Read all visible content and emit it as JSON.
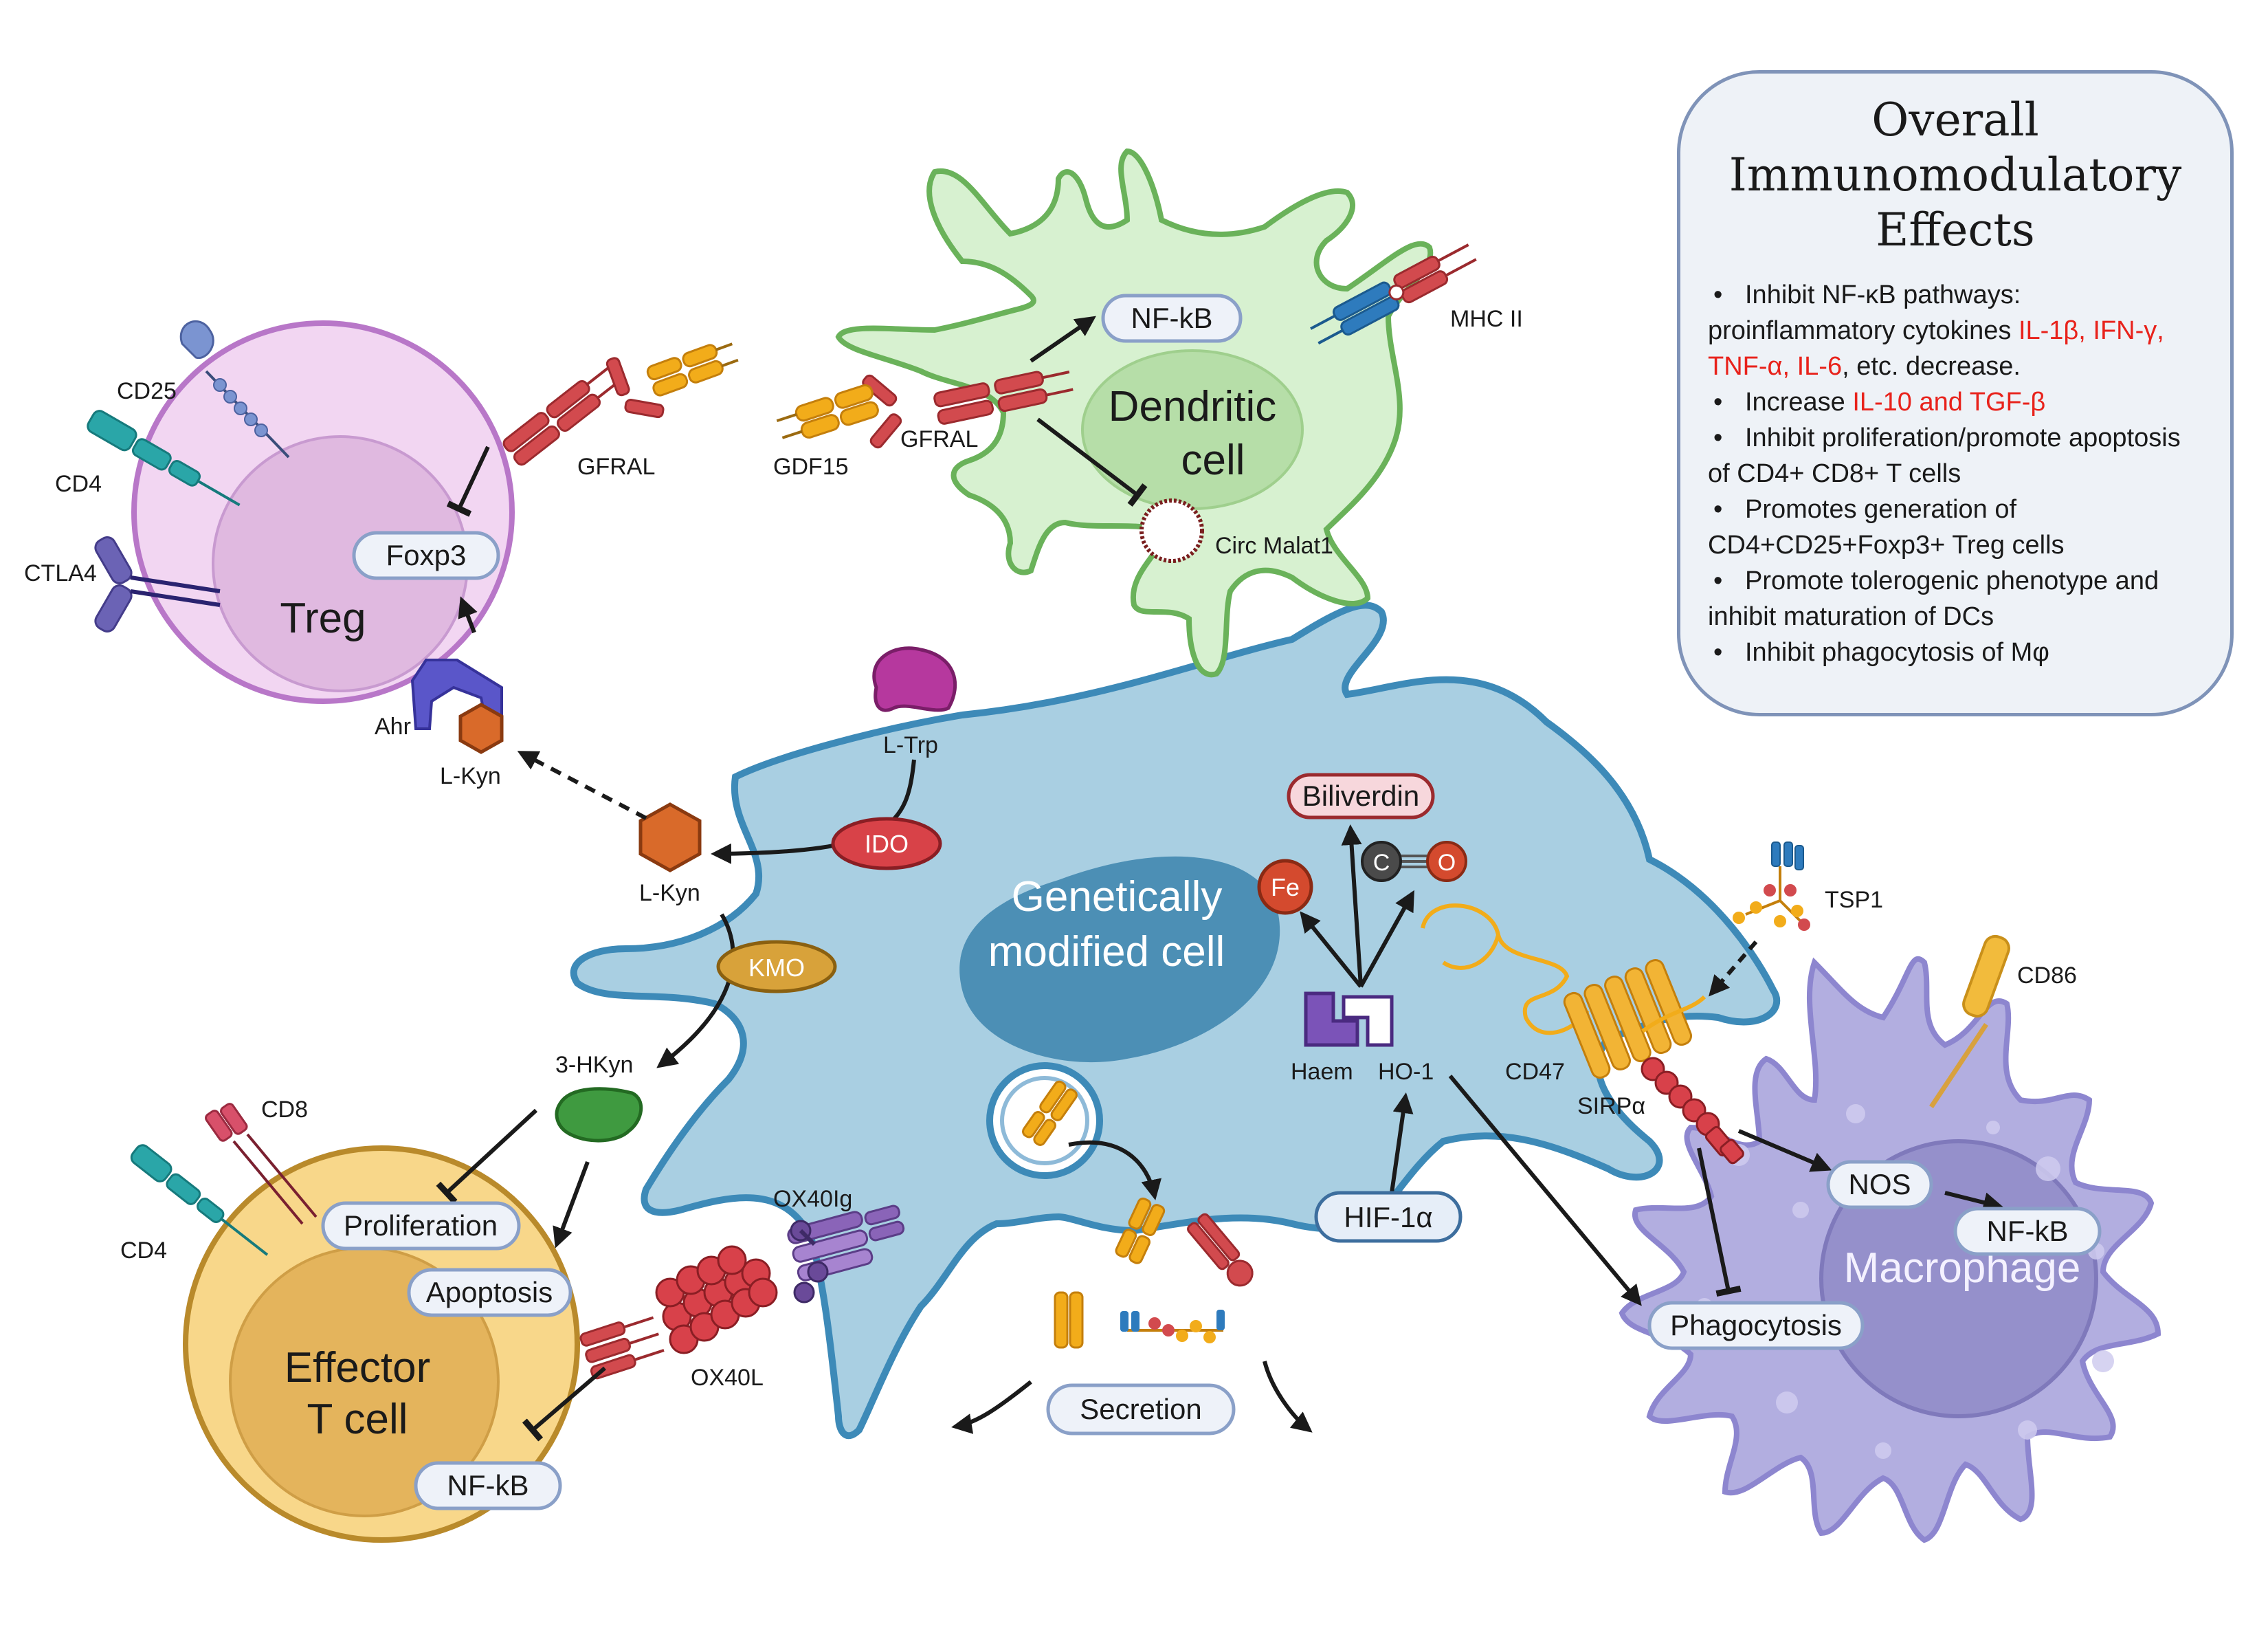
{
  "summary": {
    "title_line1": "Overall",
    "title_line2": "Immunomodulatory",
    "title_line3": "Effects",
    "items": [
      {
        "pre": "Inhibit NF-κB pathways: proinflammatory cytokines ",
        "red": "IL-1β, IFN-γ, TNF-α, IL-6",
        "post": ", etc. decrease."
      },
      {
        "pre": "Increase ",
        "red": "IL-10 and TGF-β",
        "post": ""
      },
      {
        "pre": "Inhibit proliferation/promote apoptosis of CD4+ CD8+ T cells",
        "red": "",
        "post": ""
      },
      {
        "pre": "Promotes generation of CD4+CD25+Foxp3+ Treg cells",
        "red": "",
        "post": ""
      },
      {
        "pre": "Promote tolerogenic phenotype and inhibit maturation of DCs",
        "red": "",
        "post": ""
      },
      {
        "pre": "Inhibit phagocytosis of Mφ",
        "red": "",
        "post": ""
      }
    ]
  },
  "cells": {
    "treg": "Treg",
    "dendritic_line1": "Dendritic",
    "dendritic_line2": "cell",
    "gm_line1": "Genetically",
    "gm_line2": "modified cell",
    "effector_line1": "Effector",
    "effector_line2": "T cell",
    "macrophage": "Macrophage"
  },
  "treg": {
    "cd25": "CD25",
    "cd4": "CD4",
    "ctla4": "CTLA4",
    "gfral": "GFRAL",
    "foxp3": "Foxp3",
    "ahr": "Ahr",
    "lkyn": "L-Kyn"
  },
  "dendritic": {
    "nfkb": "NF-kB",
    "mhc2": "MHC II",
    "gdf15": "GDF15",
    "gfral": "GFRAL",
    "circ": "Circ Malat1"
  },
  "gm": {
    "ltrp": "L-Trp",
    "ido": "IDO",
    "lkyn": "L-Kyn",
    "kmo": "KMO",
    "hkyn": "3-HKyn",
    "biliverdin": "Biliverdin",
    "fe": "Fe",
    "c": "C",
    "o": "O",
    "haem": "Haem",
    "ho1": "HO-1",
    "hif": "HIF-1α",
    "ox40ig": "OX40Ig",
    "ox40l": "OX40L",
    "secretion": "Secretion",
    "tsp1": "TSP1",
    "cd47": "CD47",
    "sirpa": "SIRPα"
  },
  "effector": {
    "cd8": "CD8",
    "cd4": "CD4",
    "proliferation": "Proliferation",
    "apoptosis": "Apoptosis",
    "nfkb": "NF-kB"
  },
  "macrophage": {
    "cd86": "CD86",
    "nos": "NOS",
    "nfkb": "NF-kB",
    "phagocytosis": "Phagocytosis"
  }
}
